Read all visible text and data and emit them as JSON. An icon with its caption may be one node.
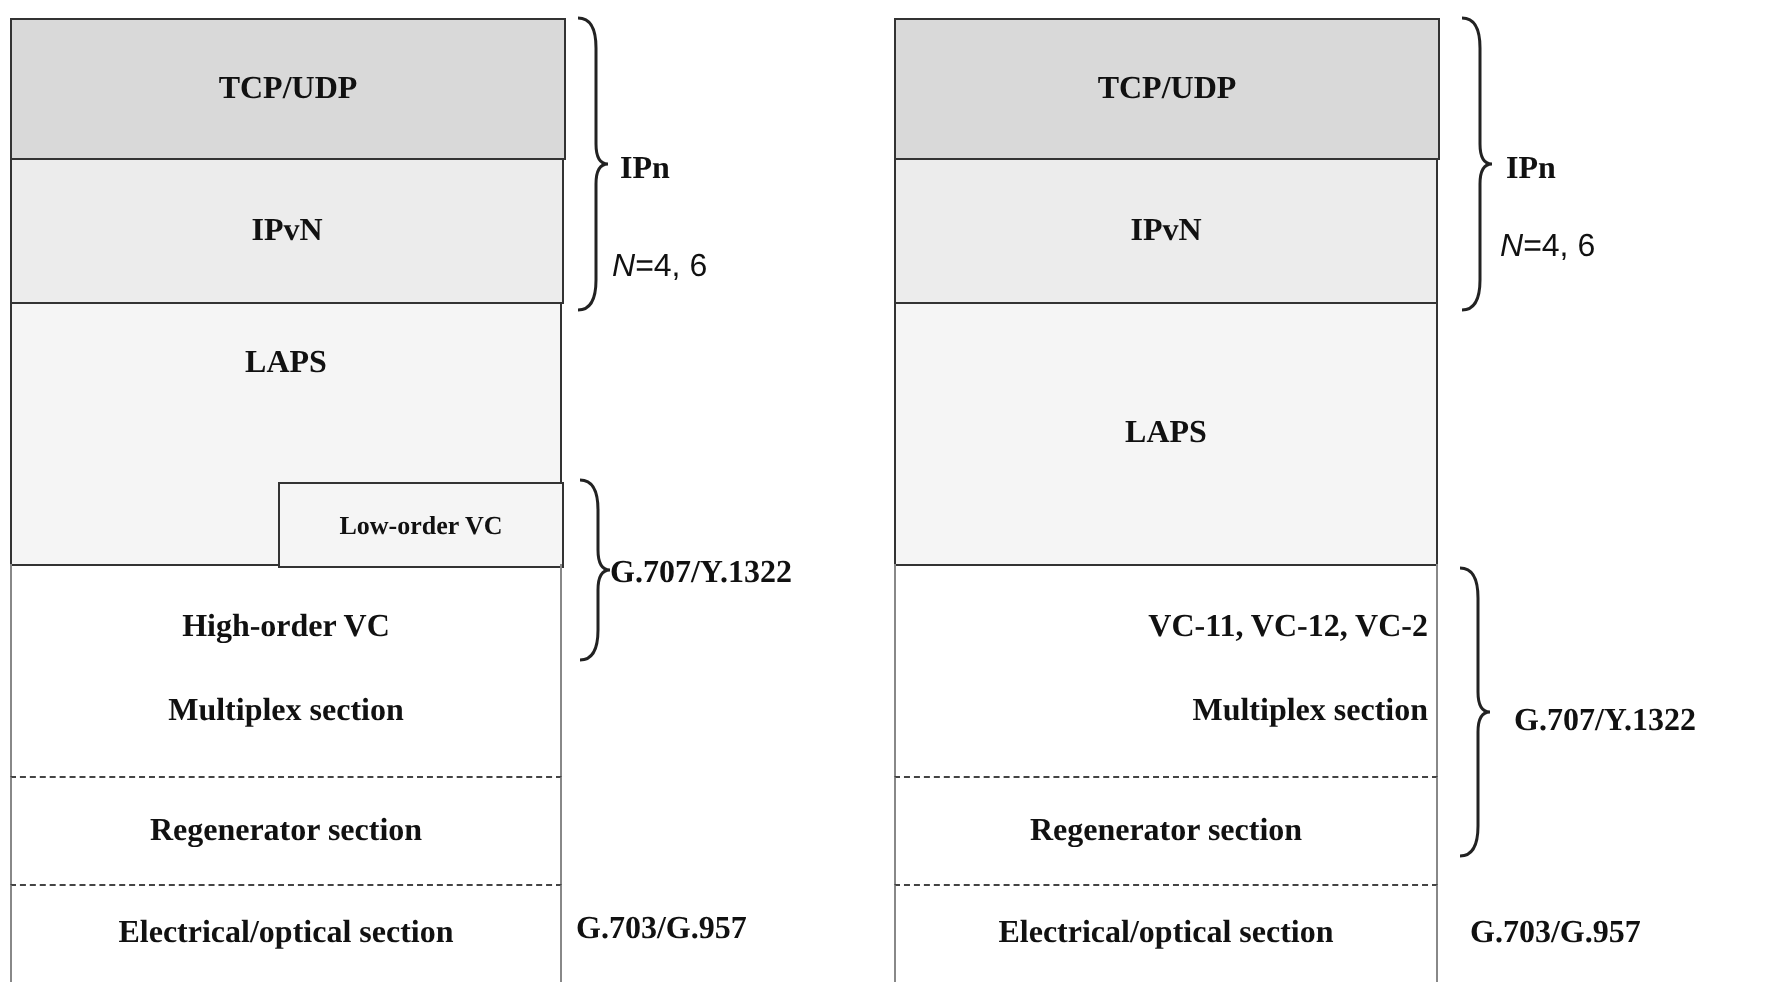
{
  "diagram": {
    "nodes": [
      {
        "text": [
          "TCP/UDP"
        ]
      },
      {
        "text": [
          "IPvN"
        ]
      },
      {
        "text": [
          "LAPS"
        ]
      },
      {
        "text": [
          "Low-order VC"
        ],
        "in": 2
      },
      {
        "text": [
          "High-order VC",
          "Multiplex section"
        ]
      },
      {
        "text": [
          "Regenerator section"
        ]
      },
      {
        "text": [
          "Electrical/optical section"
        ]
      },
      {
        "text": [
          "TCP/UDP"
        ]
      },
      {
        "text": [
          "IPvN"
        ]
      },
      {
        "text": [
          "LAPS"
        ]
      },
      {
        "text": [
          "VC-11, VC-12, VC-2",
          "Multiplex section"
        ]
      },
      {
        "text": [
          "Regenerator section"
        ]
      },
      {
        "text": [
          "Electrical/optical section"
        ]
      }
    ],
    "labels": [
      "IPn",
      "*N*=4, 6",
      "G.707/Y.1322",
      "G.703/G.957",
      "IPn",
      "*N*=4, 6",
      "G.707/Y.1322",
      "G.703/G.957"
    ]
  }
}
